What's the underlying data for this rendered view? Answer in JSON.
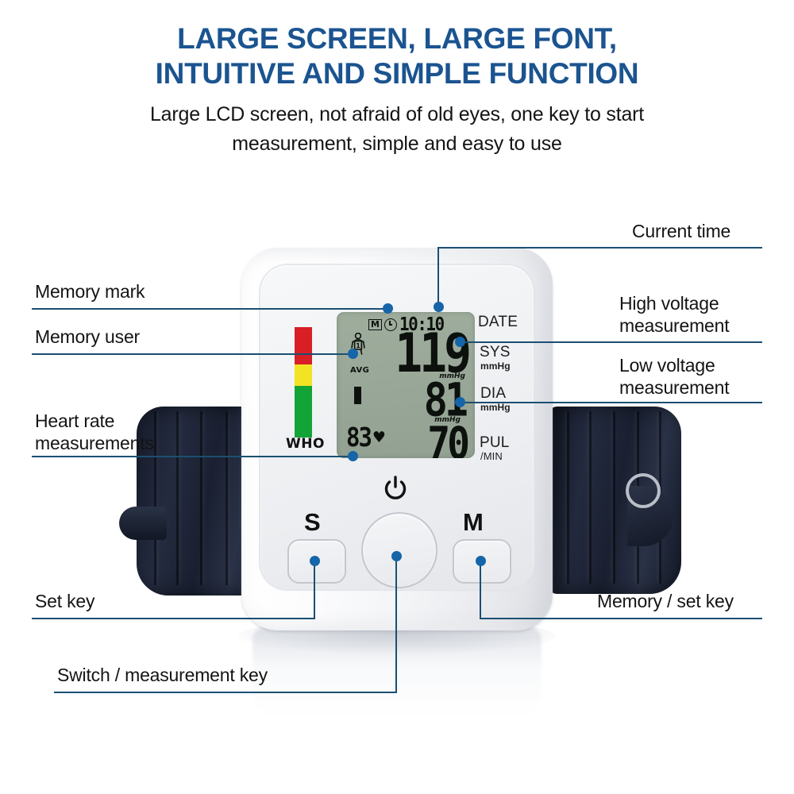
{
  "header": {
    "headline_line1": "LARGE SCREEN, LARGE FONT,",
    "headline_line2": "INTUITIVE AND SIMPLE FUNCTION",
    "subhead_line1": "Large LCD screen, not afraid of old eyes, one key to start",
    "subhead_line2": "measurement, simple and easy to use",
    "headline_color": "#1b5490",
    "subhead_color": "#141414"
  },
  "colors": {
    "accent_blue": "#1b5490",
    "leader_line": "#1b4f72",
    "dot": "#1565a8",
    "lcd_background": "#9aa899",
    "lcd_text": "#0d110d",
    "who_red": "#d81f26",
    "who_yellow": "#f2e422",
    "who_green": "#13a438",
    "cuff_navy": "#1a2031",
    "device_white": "#ffffff"
  },
  "device": {
    "lcd": {
      "memory_mark": "M",
      "clock_icon": "clock-icon",
      "time": "10:10",
      "user_icon": "memory-user-icon",
      "user_number": "1",
      "avg_label": "AVG",
      "sys_value": "119",
      "sys_unit": "mmHg",
      "dia_value": "81",
      "dia_unit": "mmHg",
      "pul_value": "70",
      "pulse_value": "83",
      "heart_icon": "heart-icon",
      "who_label": "WHO"
    },
    "legend": {
      "date": "DATE",
      "sys": "SYS",
      "sys_unit": "mmHg",
      "dia": "DIA",
      "dia_unit": "mmHg",
      "pul": "PUL",
      "pul_unit": "/MIN"
    },
    "buttons": {
      "set_label": "S",
      "memory_label": "M",
      "power_icon": "power-icon"
    }
  },
  "callouts": {
    "memory_mark": "Memory mark",
    "memory_user": "Memory user",
    "heart_rate": "Heart rate\nmeasurements",
    "current_time": "Current time",
    "high_voltage": "High voltage\nmeasurement",
    "low_voltage": "Low voltage\nmeasurement",
    "set_key": "Set key",
    "switch_measurement_key": "Switch / measurement key",
    "memory_set_key": "Memory / set key"
  }
}
